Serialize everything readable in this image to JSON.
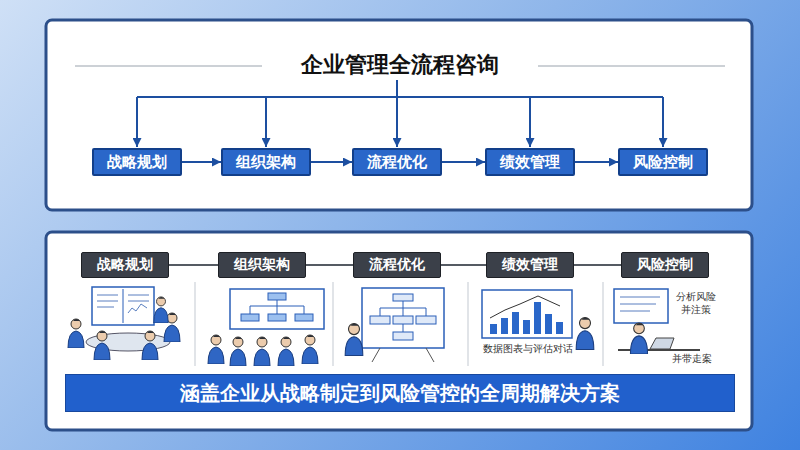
{
  "diagram": {
    "title": "企业管理全流程咨询",
    "nodes": [
      {
        "text": [
          "战略规划"
        ]
      },
      {
        "text": [
          "组织架构"
        ]
      },
      {
        "text": [
          "流程优化"
        ]
      },
      {
        "text": [
          "绩效管理"
        ]
      },
      {
        "text": [
          "风险控制"
        ]
      },
      {
        "text": [
          "战略规划"
        ]
      },
      {
        "text": [
          "组织架构"
        ]
      },
      {
        "text": [
          "流程优化"
        ]
      },
      {
        "text": [
          "绩效管理"
        ]
      },
      {
        "text": [
          "风险控制"
        ]
      },
      {
        "text": [
          "涵盖企业从战略制定到风险管控的全周期解决方案"
        ]
      }
    ],
    "edges": [
      {
        "from": 0,
        "to": 1,
        "arrow": "to"
      },
      {
        "from": 1,
        "to": 2,
        "arrow": "to"
      },
      {
        "from": 2,
        "to": 3,
        "arrow": "to"
      },
      {
        "from": 3,
        "to": 4,
        "arrow": "to"
      },
      {
        "from": 5,
        "to": 6,
        "arrow": "none"
      },
      {
        "from": 6,
        "to": 7,
        "arrow": "none"
      },
      {
        "from": 7,
        "to": 8,
        "arrow": "none"
      },
      {
        "from": 8,
        "to": 9,
        "arrow": "none"
      }
    ],
    "labels": [
      "数据图表与评估对话",
      "分析风险 并注策",
      "并带走案"
    ]
  }
}
